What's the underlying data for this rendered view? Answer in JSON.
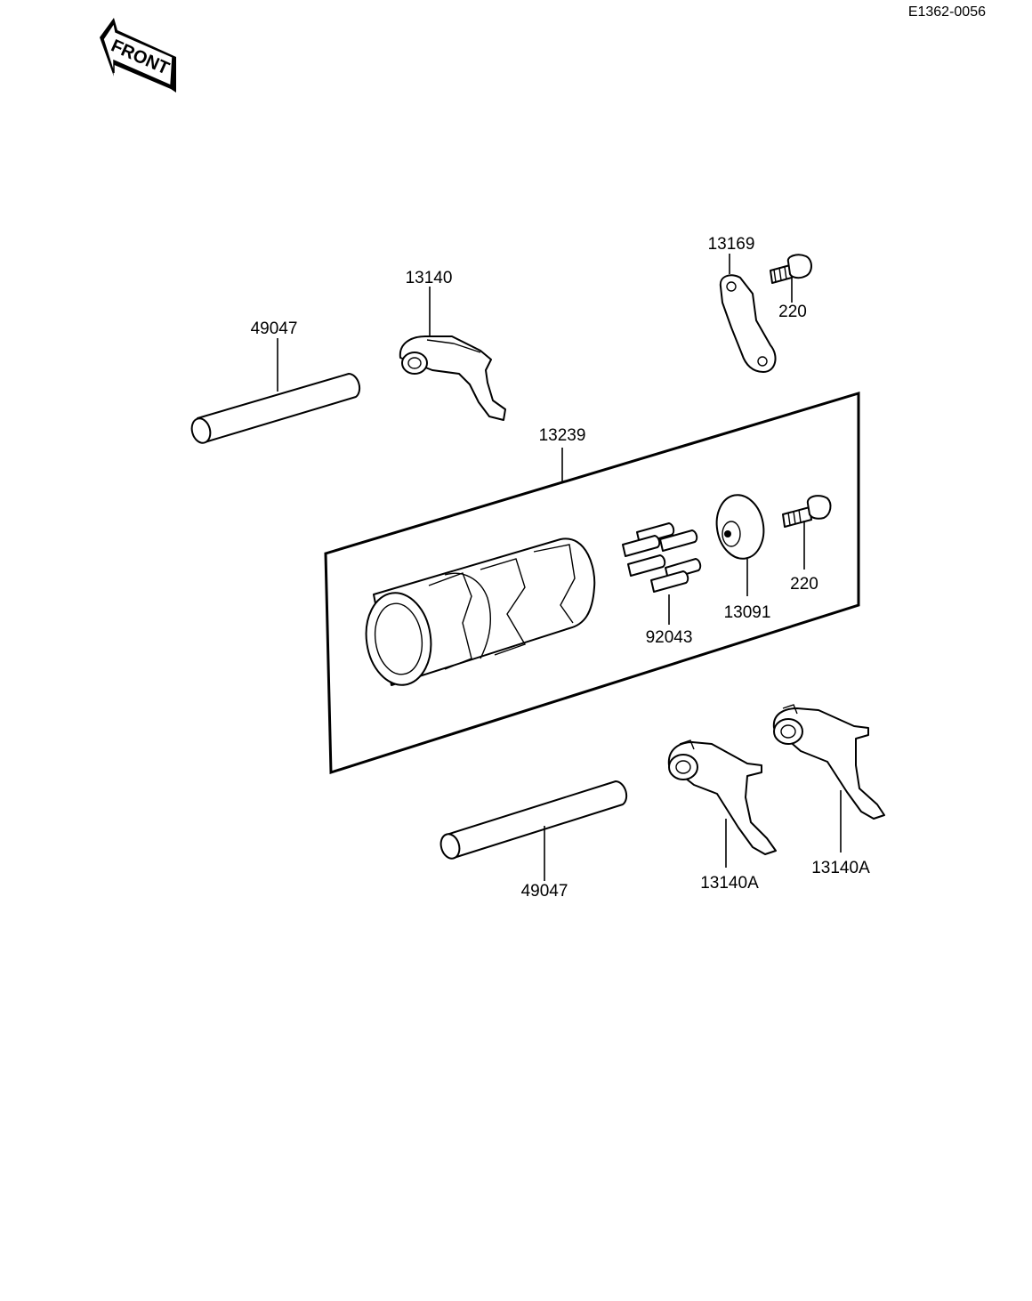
{
  "diagram_code": "E1362-0056",
  "front_label": "FRONT",
  "labels": {
    "shaft_upper": "49047",
    "fork_upper": "13140",
    "plate": "13169",
    "bolt_plate": "220",
    "drum_assembly": "13239",
    "pins": "92043",
    "holder": "13091",
    "bolt_holder": "220",
    "shaft_lower": "49047",
    "fork_lower_left": "13140A",
    "fork_lower_right": "13140A"
  }
}
